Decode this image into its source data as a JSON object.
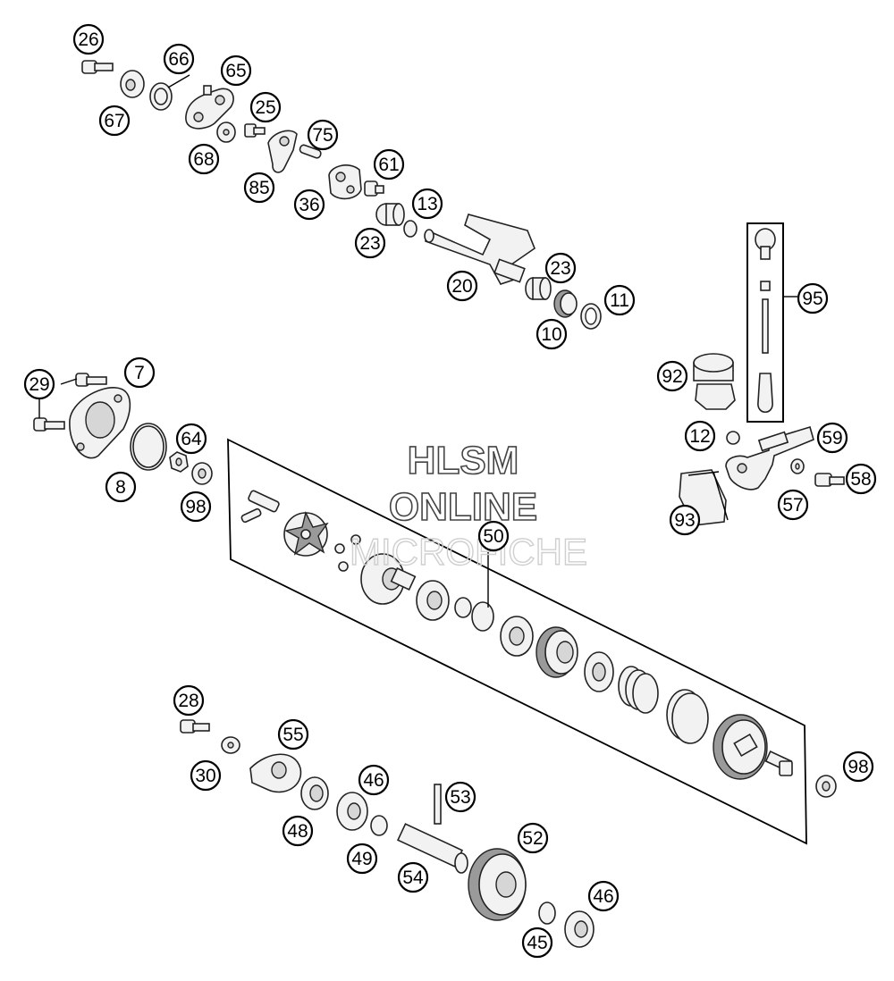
{
  "watermark": {
    "line1": "HLSM",
    "line2": "ONLINE",
    "line3": "MICROFICHE"
  },
  "labels": [
    "26",
    "66",
    "65",
    "67",
    "25",
    "68",
    "75",
    "85",
    "61",
    "36",
    "13",
    "23",
    "20",
    "23",
    "10",
    "11",
    "95",
    "7",
    "29",
    "92",
    "64",
    "12",
    "59",
    "8",
    "98",
    "58",
    "57",
    "93",
    "50",
    "28",
    "55",
    "30",
    "46",
    "53",
    "48",
    "52",
    "49",
    "54",
    "46",
    "45",
    "98"
  ]
}
